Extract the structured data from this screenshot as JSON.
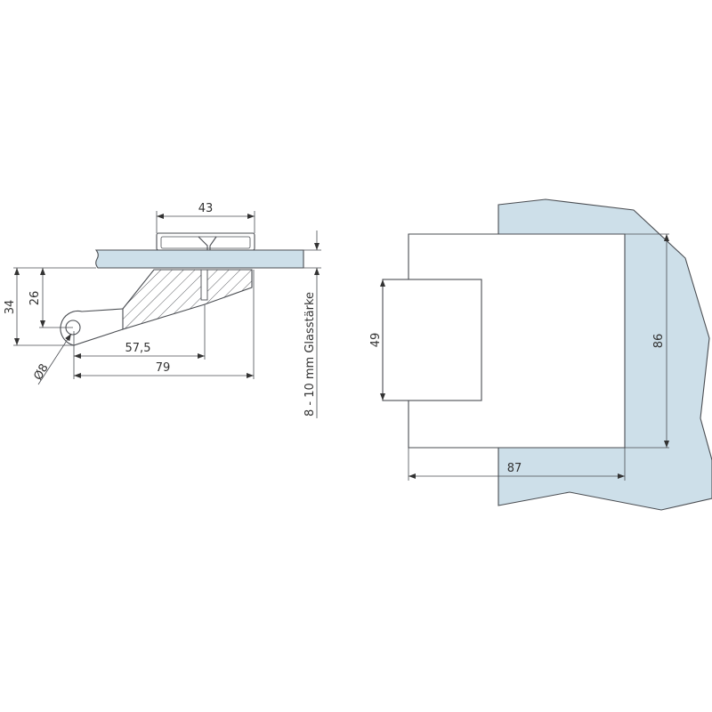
{
  "side_view": {
    "dim_clamp_width": "43",
    "dim_total_height": "34",
    "dim_pivot_height": "26",
    "dim_pivot_diameter": "Ø8",
    "dim_pivot_to_screw": "57,5",
    "dim_pivot_to_end": "79",
    "glass_thickness_label": "8 - 10 mm Glasstärke"
  },
  "front_view": {
    "dim_inner_height": "49",
    "dim_plate_height": "86",
    "dim_plate_width": "87"
  },
  "colors": {
    "glass": "#cddfe9",
    "line": "#4a4d52"
  }
}
